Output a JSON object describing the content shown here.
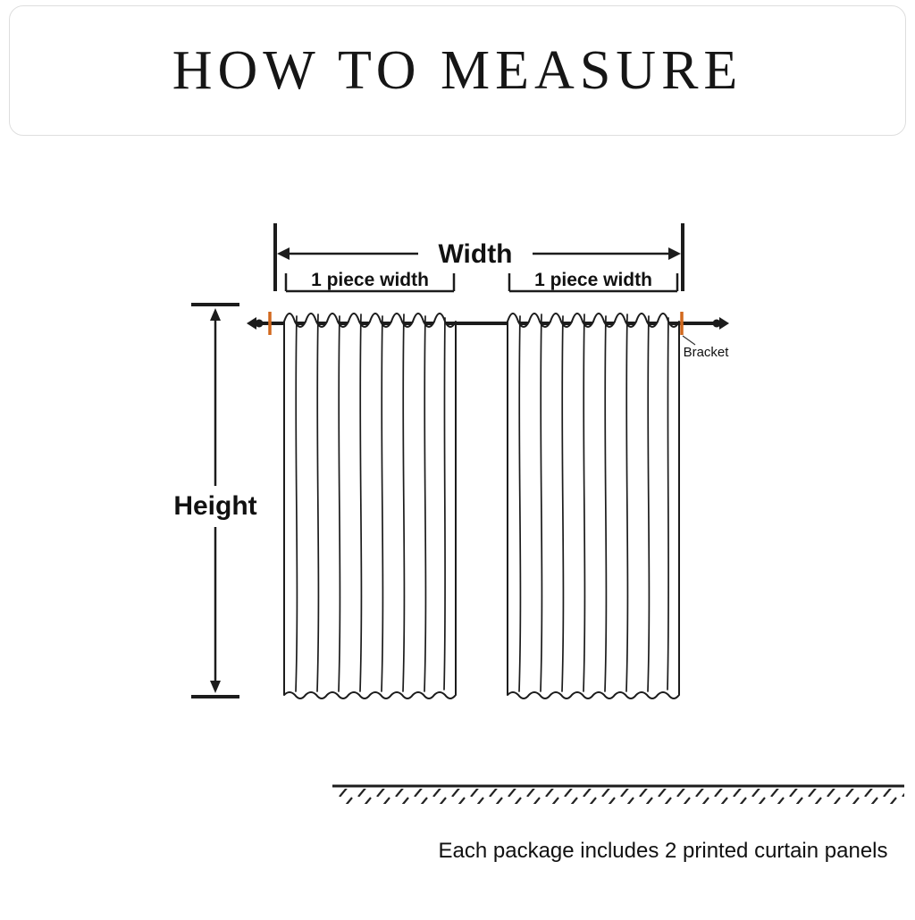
{
  "title": "HOW TO MEASURE",
  "labels": {
    "width": "Width",
    "piece_width_left": "1 piece width",
    "piece_width_right": "1 piece width",
    "height": "Height",
    "bracket": "Bracket",
    "footer": "Each package includes 2 printed curtain panels"
  },
  "colors": {
    "line": "#1c1c1c",
    "bracket_accent": "#d2691e"
  }
}
